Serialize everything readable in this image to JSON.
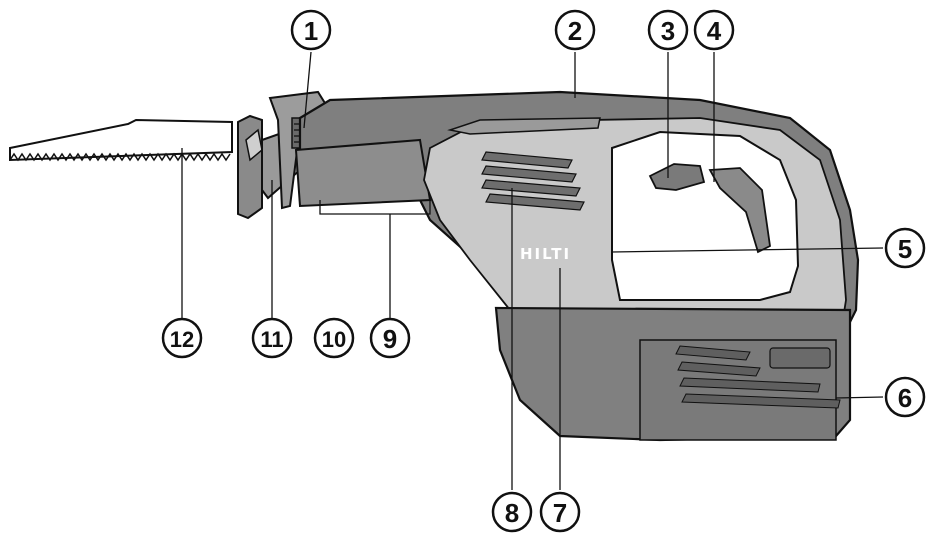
{
  "brand": {
    "logo_text": "HILTI"
  },
  "callouts": [
    {
      "id": "1",
      "label": "1"
    },
    {
      "id": "2",
      "label": "2"
    },
    {
      "id": "3",
      "label": "3"
    },
    {
      "id": "4",
      "label": "4"
    },
    {
      "id": "5",
      "label": "5"
    },
    {
      "id": "6",
      "label": "6"
    },
    {
      "id": "7",
      "label": "7"
    },
    {
      "id": "8",
      "label": "8"
    },
    {
      "id": "9",
      "label": "9"
    },
    {
      "id": "10",
      "label": "10"
    },
    {
      "id": "11",
      "label": "11"
    },
    {
      "id": "12",
      "label": "12"
    }
  ],
  "colors": {
    "body_dark": "#7f7f7f",
    "body_mid": "#a9a9a9",
    "body_light": "#c9c9c9",
    "blade": "#ffffff",
    "outline": "#111111",
    "logo_bg": "#c9c9c9"
  }
}
